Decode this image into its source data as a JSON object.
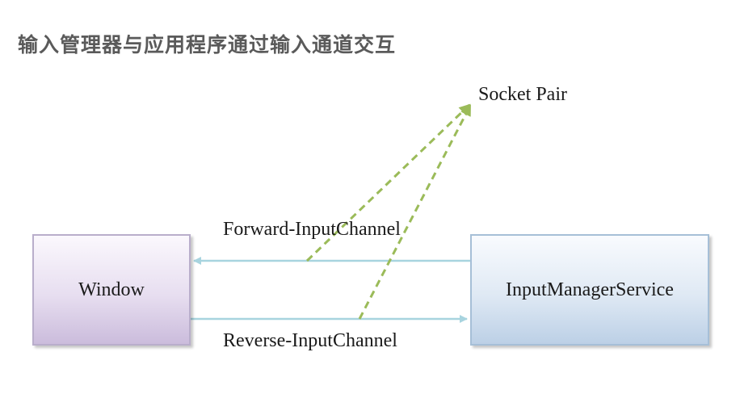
{
  "title": "输入管理器与应用程序通过输入通道交互",
  "nodes": {
    "window": "Window",
    "input_manager_service": "InputManagerService"
  },
  "labels": {
    "socket_pair": "Socket Pair",
    "forward_channel": "Forward-InputChannel",
    "reverse_channel": "Reverse-InputChannel"
  },
  "colors": {
    "channel_arrow": "#a8d4df",
    "socket_arrow": "#9bbb59",
    "window_border": "#b9aecb",
    "ims_border": "#a6bfd7"
  }
}
